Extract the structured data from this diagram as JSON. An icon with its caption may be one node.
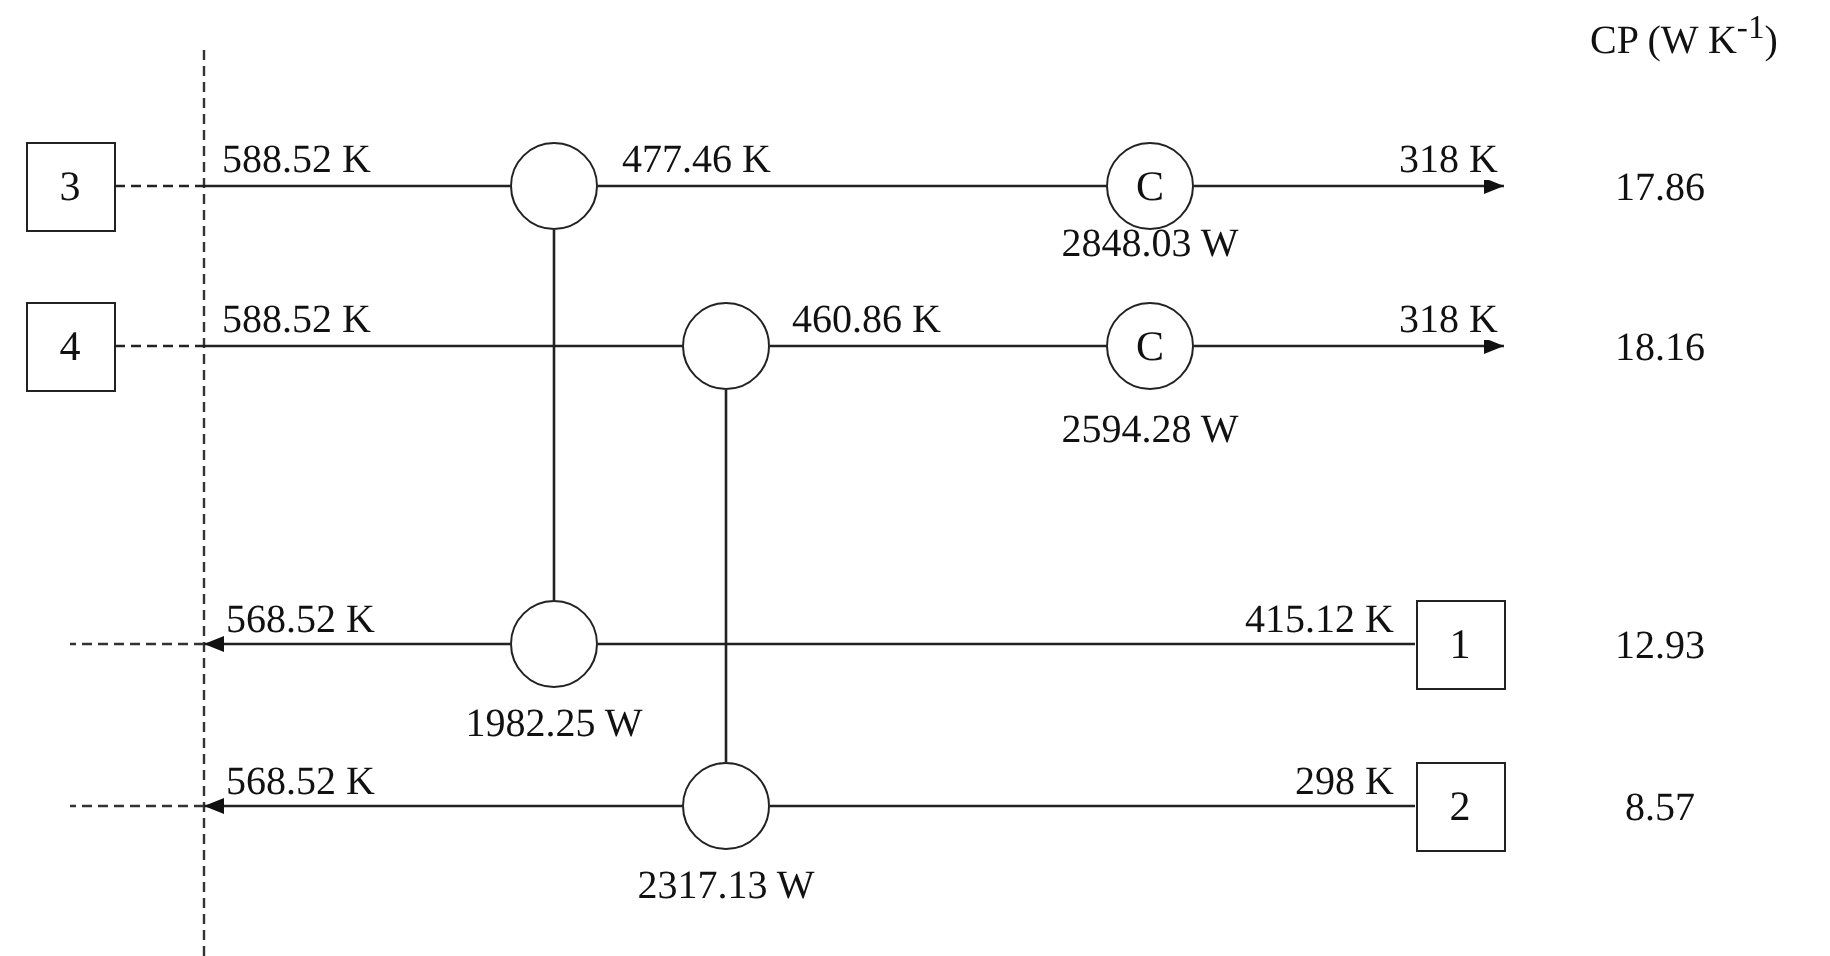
{
  "diagram": {
    "nodes": [
      {
        "text": [
          "3"
        ]
      },
      {
        "text": [],
        "shape": "circle"
      },
      {
        "text": [
          "C"
        ],
        "beside": [
          "2848.03 W"
        ]
      },
      {
        "text": [
          "4"
        ]
      },
      {
        "text": [],
        "shape": "circle"
      },
      {
        "text": [
          "C"
        ],
        "beside": [
          "2594.28 W"
        ]
      },
      {
        "text": [],
        "shape": "circle",
        "beside": [
          "1982.25 W"
        ]
      },
      {
        "text": [
          "1"
        ]
      },
      {
        "text": [],
        "shape": "circle",
        "beside": [
          "2317.13 W"
        ]
      },
      {
        "text": [
          "2"
        ]
      }
    ],
    "edges": [
      {
        "from": 0,
        "to": 1,
        "arrow": "none",
        "label": "588.52 K"
      },
      {
        "from": 1,
        "to": 2,
        "arrow": "none",
        "label": "477.46 K"
      },
      {
        "from": 2,
        "to": null,
        "arrow": "to",
        "label": "318 K"
      },
      {
        "from": 3,
        "to": 4,
        "arrow": "none",
        "label": "588.52 K"
      },
      {
        "from": 4,
        "to": 5,
        "arrow": "none",
        "label": "460.86 K"
      },
      {
        "from": 5,
        "to": null,
        "arrow": "to",
        "label": "318 K"
      },
      {
        "from": 7,
        "to": 6,
        "arrow": "none",
        "label": "415.12 K"
      },
      {
        "from": 6,
        "to": null,
        "arrow": "to",
        "label": "568.52 K"
      },
      {
        "from": 9,
        "to": 8,
        "arrow": "none",
        "label": "298 K"
      },
      {
        "from": 8,
        "to": null,
        "arrow": "to",
        "label": "568.52 K"
      },
      {
        "from": 1,
        "to": 6,
        "arrow": "none"
      },
      {
        "from": 4,
        "to": 8,
        "arrow": "none"
      }
    ],
    "labels": [
      "CP (W K$^{-1}$)",
      "17.86",
      "18.16",
      "12.93",
      "8.57"
    ]
  }
}
